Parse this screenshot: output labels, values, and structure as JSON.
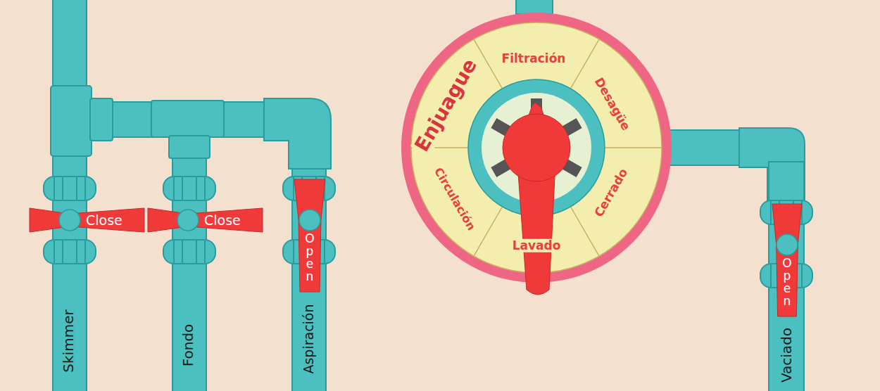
{
  "diagram": {
    "nodes": [
      {
        "text": [
          "Close"
        ]
      },
      {
        "text": [
          "Close"
        ]
      },
      {
        "text": [
          "Open"
        ]
      },
      {
        "text": [
          "Open"
        ]
      }
    ],
    "labels": [
      "Skimmer",
      "Fondo",
      "Aspiración",
      "Enjuague",
      "Filtración",
      "Desagüe",
      "Cerrado",
      "Circulación",
      "Lavado",
      "Vaciado"
    ]
  }
}
